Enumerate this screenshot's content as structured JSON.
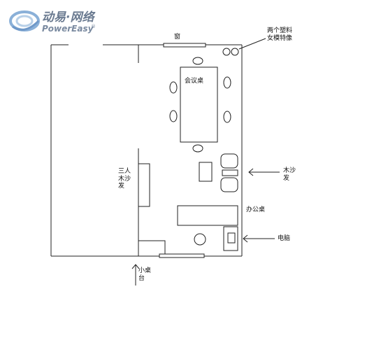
{
  "logo": {
    "cn": "动易·网络",
    "en": "PowerEasy",
    "reg": "®",
    "colors": {
      "ring": "#8ab0d8",
      "text": "#6a7a90"
    }
  },
  "labels": {
    "window": "窗",
    "plants_line1": "两个塑料",
    "plants_line2": "女模特像",
    "meeting_table": "会议桌",
    "sofa3_line1": "三人",
    "sofa3_line2": "木沙",
    "sofa3_line3": "发",
    "wood_sofa_line1": "木沙",
    "wood_sofa_line2": "发",
    "desk": "办公桌",
    "computer": "电脑",
    "side_table_line1": "小桌",
    "side_table_line2": "台"
  },
  "colors": {
    "line": "#222222",
    "fill": "#ffffff",
    "window": "#cccccc"
  }
}
